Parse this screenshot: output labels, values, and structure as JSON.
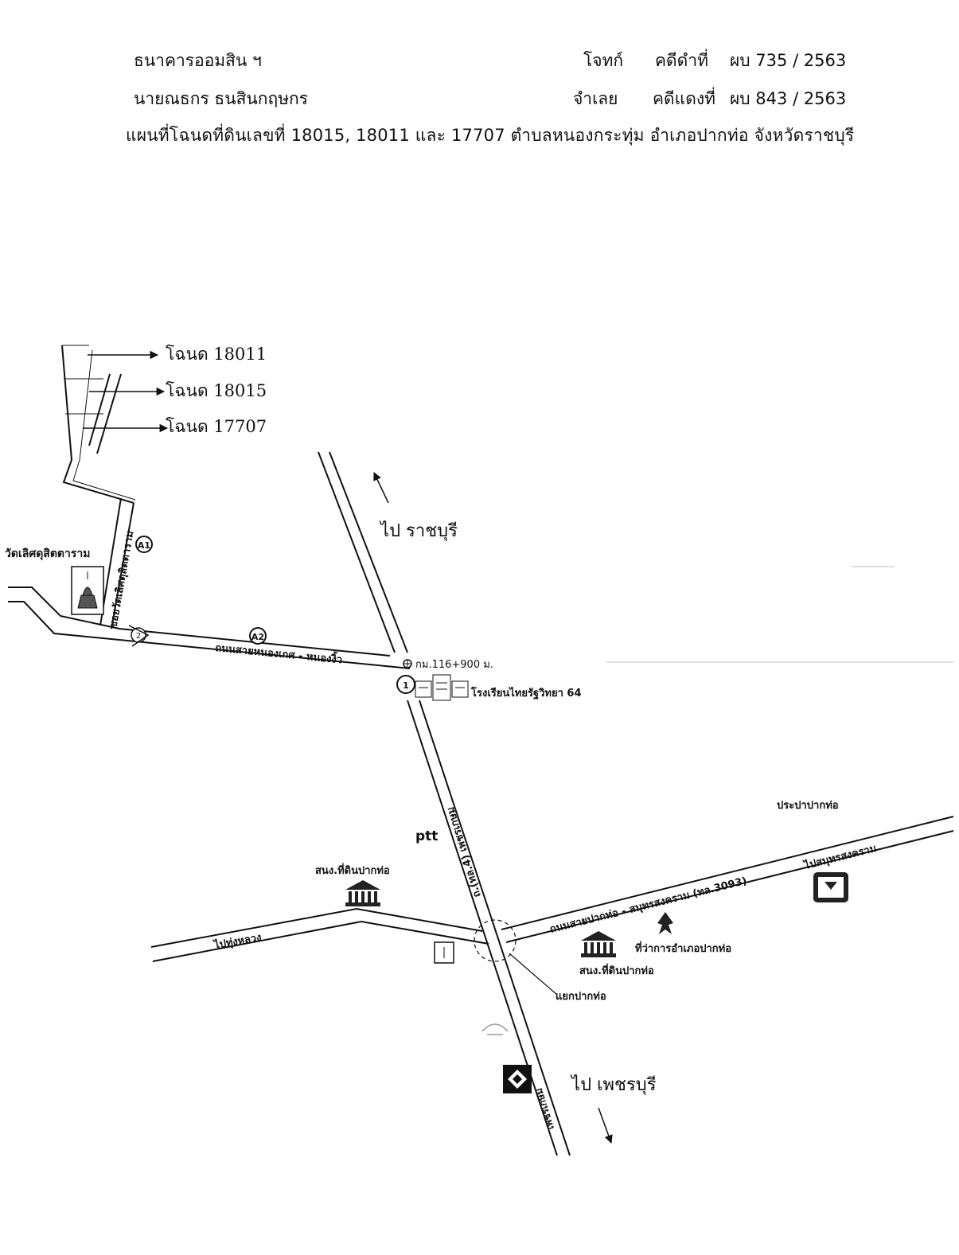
{
  "header": {
    "plaintiff_name": "ธนาคารออมสิน ฯ",
    "plaintiff_role": "โจทก์",
    "black_case_label": "คดีดำที่",
    "black_case_no": "ผบ 735  / 2563",
    "defendant_name": "นายณธกร  ธนสินกฤษกร",
    "defendant_role": "จำเลย",
    "red_case_label": "คดีแดงที่",
    "red_case_no": "ผบ 843 / 2563",
    "title": "แผนที่โฉนดที่ดินเลขที่  18015,  18011  และ  17707  ตำบลหนองกระทุ่ม  อำเภอปากท่อ  จังหวัดราชบุรี"
  },
  "map": {
    "deeds": [
      "โฉนด 18011",
      "โฉนด 18015",
      "โฉนด 17707"
    ],
    "temple": "วัดเลิศดุสิตตาราม",
    "soi": "ซอยวัดเลิศดุสิตตาราม",
    "marker_a1": "A1",
    "marker_a2": "A2",
    "marker_1": "1",
    "marker_2": "2",
    "road_nongket": "ถนนสายหนองเกศ - หนองงิ้ว",
    "km_marker": "กม.116+900 ม.",
    "school": "โรงเรียนไทยรัฐวิทยา 64",
    "to_ratchaburi": "ไป  ราชบุรี",
    "to_phetchaburi": "ไป  เพชรบุรี",
    "ptt": "ptt",
    "highway_4": "ถ.(ทล.4) เพชรเกษม",
    "highway_4_south": "เพชรเกษม",
    "land_office_west": "สนง.ที่ดินปากท่อ",
    "land_office_east": "สนง.ที่ดินปากท่อ",
    "to_thung_luang": "ไปทุ่งหลวง",
    "road_samut": "ถนนสายปากท่อ - สมุทรสงคราม (ทล.3093)",
    "to_samut_songkhram": "ไปสมุทรสงคราม",
    "district_office": "ที่ว่าการอำเภอปากท่อ",
    "waterworks": "ประปาปากท่อ",
    "junction": "แยกปากท่อ"
  }
}
